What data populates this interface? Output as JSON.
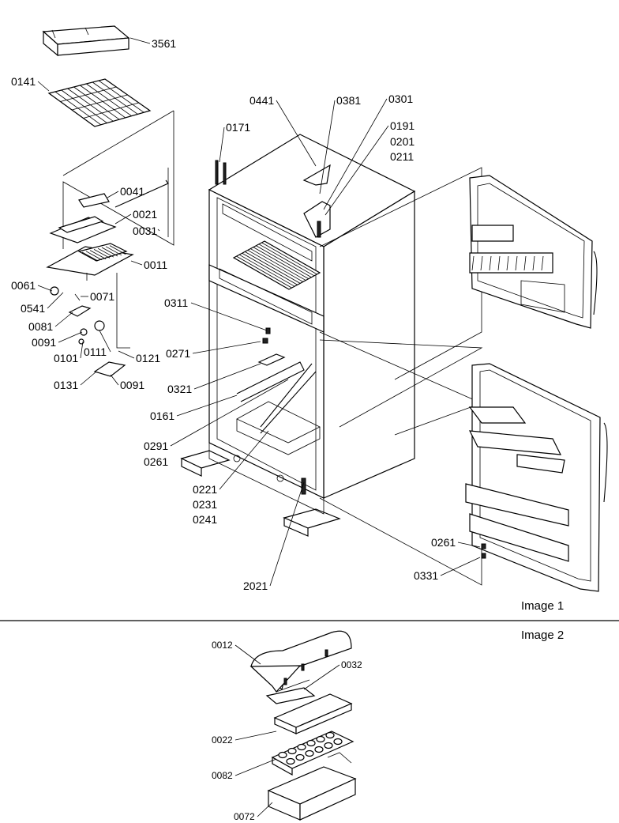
{
  "image1": {
    "caption": "Image 1",
    "labels": [
      "3561",
      "0141",
      "0441",
      "0381",
      "0301",
      "0171",
      "0191",
      "0201",
      "0211",
      "0041",
      "0021",
      "0031",
      "0011",
      "0061",
      "0541",
      "0071",
      "0081",
      "0311",
      "0091",
      "0101",
      "0111",
      "0121",
      "0271",
      "0131",
      "0091",
      "0321",
      "0161",
      "0291",
      "0261",
      "0221",
      "0231",
      "0241",
      "2021",
      "0261",
      "0331"
    ]
  },
  "image2": {
    "caption": "Image 2",
    "labels": [
      "0012",
      "0032",
      "0022",
      "0082",
      "0072"
    ]
  }
}
